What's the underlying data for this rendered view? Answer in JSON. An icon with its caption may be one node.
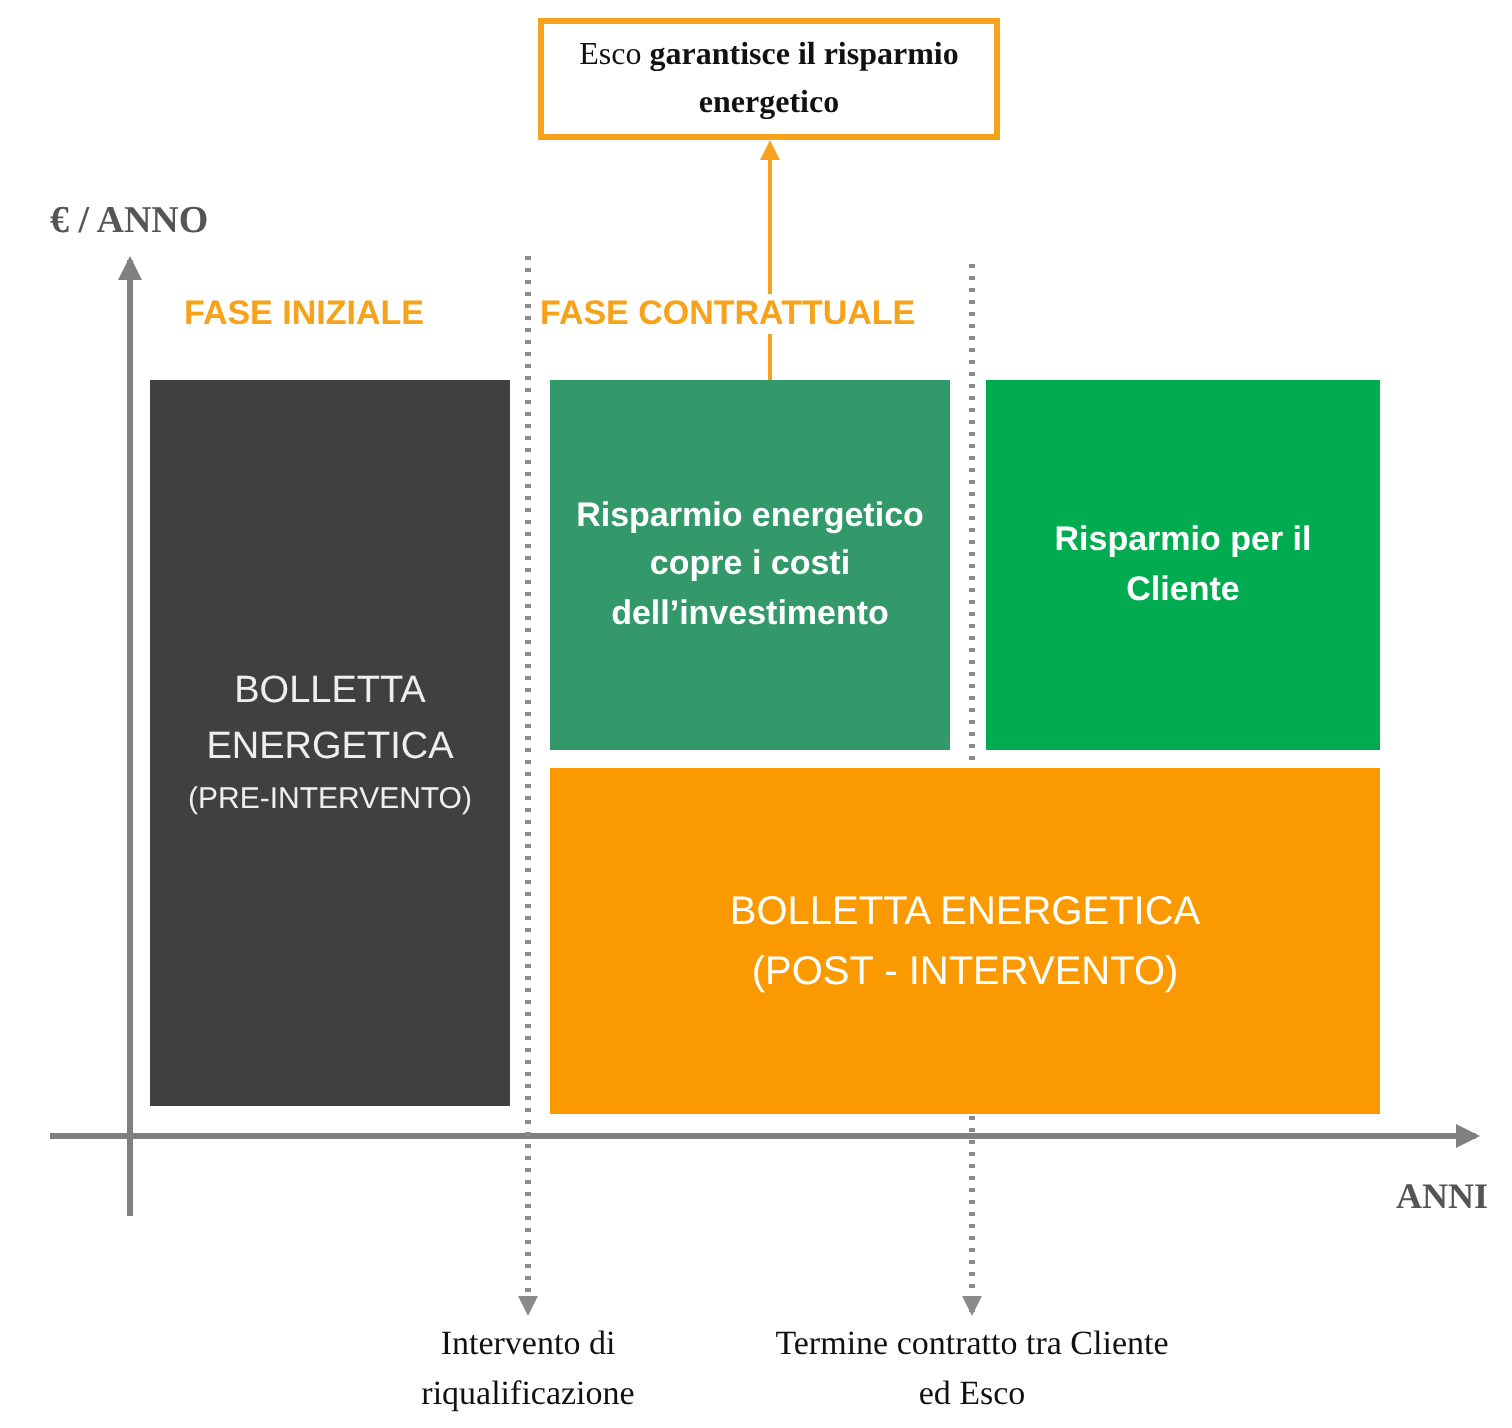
{
  "diagram": {
    "nodes": [
      {
        "text": [
          "Esco **garantisce il risparmio energetico**"
        ]
      },
      {
        "text": [
          "BOLLETTA ENERGETICA",
          "(PRE-INTERVENTO)"
        ]
      },
      {
        "text": [
          "Risparmio energetico copre i costi dell’investimento"
        ]
      },
      {
        "text": [
          "Risparmio per il Cliente"
        ]
      },
      {
        "text": [
          "BOLLETTA ENERGETICA",
          "(POST - INTERVENTO)"
        ]
      },
      {
        "text": [
          "Intervento di riqualificazione"
        ]
      },
      {
        "text": [
          "Termine contratto tra Cliente ed Esco"
        ]
      }
    ],
    "edges": [
      {
        "from": 2,
        "to": 0,
        "arrow": "to",
        "color": "#f7a21b"
      },
      {
        "from": null,
        "to": 5,
        "arrow": "to",
        "style": "dashed"
      },
      {
        "from": null,
        "to": 6,
        "arrow": "to",
        "style": "dashed"
      }
    ],
    "labels": [
      "€ / ANNO",
      "FASE INIZIALE",
      "FASE CONTRATTUALE",
      "ANNI"
    ]
  }
}
